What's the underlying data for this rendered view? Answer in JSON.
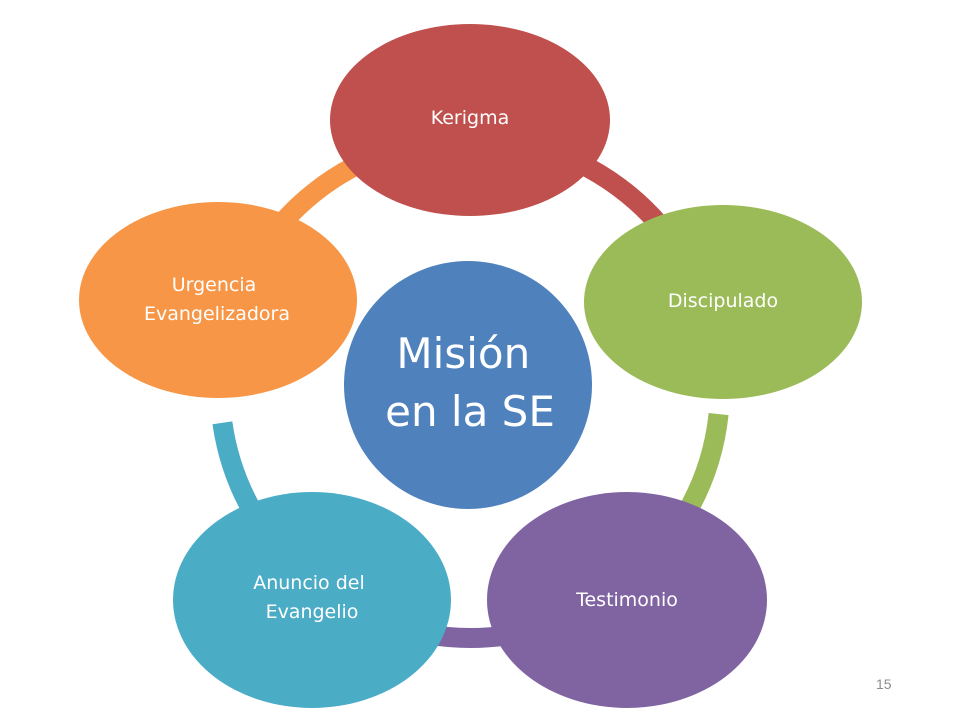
{
  "center": {
    "lines": [
      "Misión",
      "en la SE"
    ],
    "color": "#4f81bd"
  },
  "nodes": [
    {
      "lines": [
        "Kerigma"
      ],
      "color": "#c0504d"
    },
    {
      "lines": [
        "Discipulado"
      ],
      "color": "#9bbb59"
    },
    {
      "lines": [
        "Testimonio"
      ],
      "color": "#8064a2"
    },
    {
      "lines": [
        "Anuncio del",
        "Evangelio"
      ],
      "color": "#4bacc6"
    },
    {
      "lines": [
        "Urgencia",
        "Evangelizadora"
      ],
      "color": "#f79646"
    }
  ],
  "text_color": "#ffffff",
  "page_number": "15"
}
